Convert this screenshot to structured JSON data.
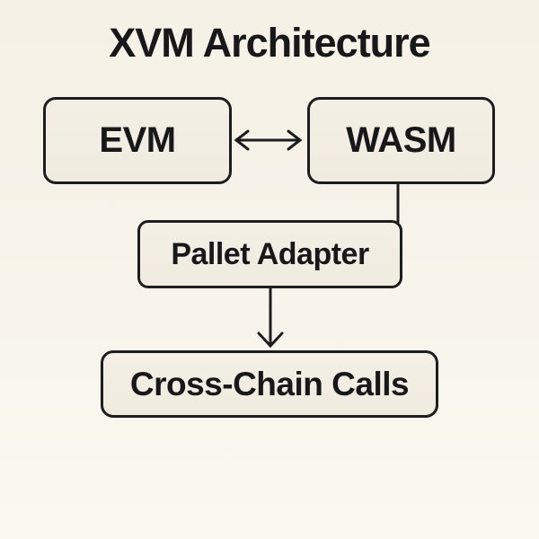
{
  "diagram": {
    "title": "XVM Architecture",
    "nodes": [
      {
        "id": "evm",
        "label": "EVM"
      },
      {
        "id": "wasm",
        "label": "WASM"
      },
      {
        "id": "pallet-adapter",
        "label": "Pallet Adapter"
      },
      {
        "id": "cross-chain-calls",
        "label": "Cross-Chain Calls"
      }
    ],
    "edges": [
      {
        "from": "evm",
        "to": "wasm",
        "type": "bidirectional-arrow"
      },
      {
        "from": "wasm",
        "to": "pallet-adapter",
        "type": "line"
      },
      {
        "from": "pallet-adapter",
        "to": "cross-chain-calls",
        "type": "arrow-down"
      }
    ],
    "colors": {
      "background_top": "#f5f1e6",
      "background_bottom": "#faf8f1",
      "node_fill": "#f2ede2",
      "stroke": "#1d1d1f",
      "text": "#18181a"
    }
  }
}
